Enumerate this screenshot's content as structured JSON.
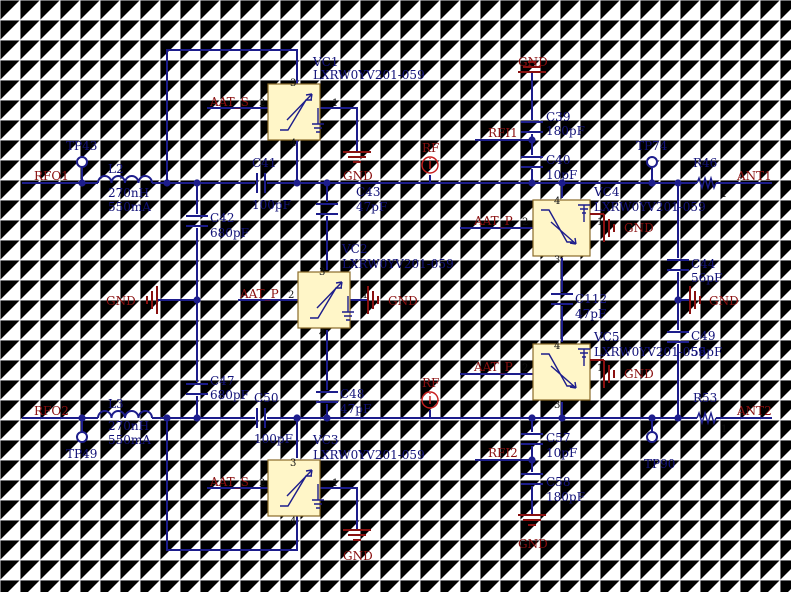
{
  "nets": {
    "rfo1": "RFO1",
    "rfo2": "RFO2",
    "ant1": "ANT1",
    "ant2": "ANT2",
    "rfi1": "RFI1",
    "rfi2": "RFI2",
    "rf_top": "RF",
    "rf_bot": "RF",
    "gnd": "GND",
    "aat_s": "AAT_S",
    "aat_p": "AAT_P"
  },
  "testpoints": {
    "tp43": "TP43",
    "tp49": "TP49",
    "tp74": "TP74",
    "tp90": "TP90"
  },
  "inductors": {
    "l2": {
      "ref": "L2",
      "value": "270nH",
      "current": "550mA"
    },
    "l3": {
      "ref": "L3",
      "value": "270nH",
      "current": "550mA"
    }
  },
  "capacitors": {
    "c41": {
      "ref": "C41",
      "value": "100pF"
    },
    "c42": {
      "ref": "C42",
      "value": "680pF"
    },
    "c43": {
      "ref": "C43",
      "value": "47pF"
    },
    "c47": {
      "ref": "C47",
      "value": "680pF"
    },
    "c48": {
      "ref": "C48",
      "value": "47pF"
    },
    "c50": {
      "ref": "C50",
      "value": "100pF"
    },
    "c39": {
      "ref": "C39",
      "value": "180pF"
    },
    "c40": {
      "ref": "C40",
      "value": "10pF"
    },
    "c112": {
      "ref": "C112",
      "value": "47pF"
    },
    "c44": {
      "ref": "C44",
      "value": "56pF"
    },
    "c49": {
      "ref": "C49",
      "value": "56pF"
    },
    "c57": {
      "ref": "C57",
      "value": "10pF"
    },
    "c58": {
      "ref": "C58",
      "value": "180pF"
    }
  },
  "resistors": {
    "r46": {
      "ref": "R46",
      "pin": "1"
    },
    "r53": {
      "ref": "R53",
      "pin": "1"
    }
  },
  "varactors": {
    "vc1": {
      "ref": "VC1",
      "part": "LXRW0YV201-059"
    },
    "vc2": {
      "ref": "VC2",
      "part": "LXRW0YV201-059"
    },
    "vc3": {
      "ref": "VC3",
      "part": "LXRW0YV201-059"
    },
    "vc4": {
      "ref": "VC4",
      "part": "LXRW0YV201-059"
    },
    "vc5": {
      "ref": "VC5",
      "part": "LXRW0YV201-059"
    }
  },
  "pins": {
    "p1": "1",
    "p2": "2",
    "p3": "3",
    "p4": "4"
  },
  "colors": {
    "wire": "#1d1d8c",
    "net": "#8a1010",
    "body": "#fff6c8",
    "marker": "#c81e1e"
  }
}
